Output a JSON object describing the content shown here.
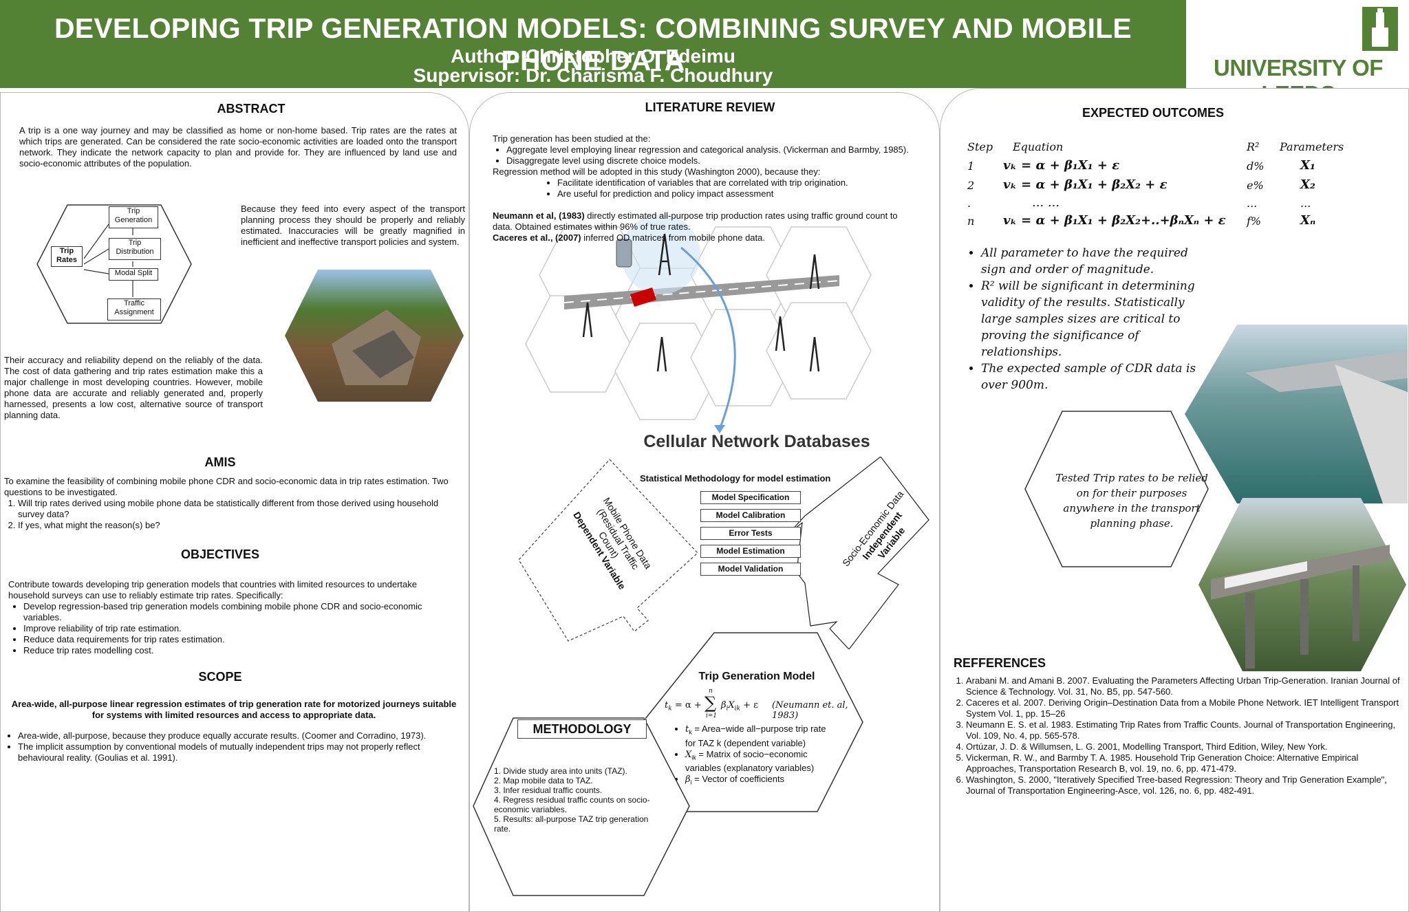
{
  "header": {
    "title": "DEVELOPING TRIP GENERATION MODELS: COMBINING SURVEY AND MOBILE PHONE DATA",
    "author": "Author: Christopher O. Edeimu",
    "supervisor": "Supervisor: Dr. Charisma F. Choudhury",
    "logo_text": "UNIVERSITY OF LEEDS"
  },
  "abstract": {
    "heading": "ABSTRACT",
    "p1": "A trip is a one way journey and may be classified as home or non-home based. Trip rates are the rates at which trips are generated. Can be considered the rate socio-economic activities are loaded onto the transport network. They indicate the network capacity to plan and provide for. They are influenced by land use and socio-economic attributes of the population.",
    "p2": "Because they feed into every aspect of the transport planning process they should be properly and reliably estimated. Inaccuracies will be greatly magnified in inefficient and ineffective transport policies and system.",
    "p3": "Their accuracy and reliability depend on the reliably of the data. The cost of data gathering and trip rates estimation make this a major challenge in most developing countries. However, mobile phone data are accurate and reliably generated and, properly harnessed, presents a low cost, alternative source of transport planning data.",
    "diagram": {
      "center": "Trip Rates",
      "steps": [
        "Trip Generation",
        "Trip Distribution",
        "Modal Split",
        "Traffic Assignment"
      ]
    }
  },
  "aims": {
    "heading": "AMIS",
    "intro": "To examine the feasibility of combining mobile phone CDR and socio-economic data in trip rates estimation. Two questions to be investigated.",
    "items": [
      "Will trip rates derived using mobile phone data be statistically different from those derived using household survey data?",
      "If yes, what might the reason(s) be?"
    ]
  },
  "objectives": {
    "heading": "OBJECTIVES",
    "intro": "Contribute towards developing trip generation models that countries with limited resources to undertake household surveys can use to reliably estimate trip rates. Specifically:",
    "items": [
      "Develop regression-based trip generation models combining mobile phone CDR and socio-economic variables.",
      "Improve reliability of trip rate estimation.",
      "Reduce data requirements for trip rates estimation.",
      "Reduce trip rates modelling cost."
    ]
  },
  "scope": {
    "heading": "SCOPE",
    "bold": "Area-wide, all-purpose linear regression estimates of trip generation rate for motorized journeys suitable for systems with limited resources and access to appropriate data.",
    "items": [
      "Area-wide, all-purpose, because they produce equally accurate results. (Coomer and Corradino, 1973).",
      "The implicit assumption by conventional models of mutually independent trips may not properly reflect behavioural reality. (Goulias et al. 1991)."
    ]
  },
  "literature": {
    "heading": "LITERATURE REVIEW",
    "intro": "Trip generation has been studied at the:",
    "levels": [
      "Aggregate level employing linear regression and categorical analysis. (Vickerman and Barmby, 1985).",
      "Disaggregate level using discrete choice models."
    ],
    "regression": "Regression method will be adopted in this study (Washington 2000), because they:",
    "reasons": [
      "Facilitate identification of variables that are correlated with trip origination.",
      "Are useful for prediction and policy impact assessment"
    ],
    "neumann_bold": "Neumann et al, (1983)",
    "neumann_text": " directly estimated all-purpose trip production rates using traffic ground count to data. Obtained estimates within 96% of true rates.",
    "caceres_bold": "Caceres et al., (2007)",
    "caceres_text": " inferred OD matrices from mobile phone data.",
    "cellular_label": "Cellular Network Databases"
  },
  "stat_method": {
    "title": "Statistical Methodology for model estimation",
    "steps": [
      "Model Specification",
      "Model Calibration",
      "Error Tests",
      "Model Estimation",
      "Model Validation"
    ],
    "left_label_1": "Mobile Phone Data",
    "left_label_2": "(Residual Traffic",
    "left_label_3": "Count)",
    "left_label_bold": "Dependent Variable",
    "right_label_1": "Socio-Economic Data",
    "right_label_bold_1": "Independent",
    "right_label_bold_2": "Variable"
  },
  "trip_model": {
    "title": "Trip Generation Model",
    "formula": "t_k = α + Σ β_i X_ik + ε",
    "formula_lhs": "t",
    "formula_rhs": "= α +",
    "formula_mid": "β",
    "formula_sum": "∑",
    "formula_sup": "n",
    "formula_sub": "i=1",
    "formula_end": "+ ε",
    "citation": "(Neumann et. al, 1983)",
    "items": [
      "= Area−wide all−purpose trip rate for TAZ k (dependent variable)",
      "= Matrix of socio−economic variables (explanatory variables)",
      "= Vector of coefficients"
    ],
    "symbols": [
      "t",
      "X",
      "β"
    ],
    "subs": [
      "k",
      "ik",
      "i"
    ]
  },
  "methodology": {
    "heading": "METHODOLOGY",
    "steps": [
      "1. Divide study area into units (TAZ).",
      "2. Map mobile data to TAZ.",
      "3. Infer residual traffic counts.",
      "4. Regress residual traffic counts on socio-economic variables.",
      "5. Results: all-purpose TAZ trip generation rate."
    ]
  },
  "outcomes": {
    "heading": "EXPECTED OUTCOMES",
    "table_headers": [
      "Step",
      "Equation",
      "R²",
      "Parameters"
    ],
    "rows": [
      {
        "step": "1",
        "r2": "d%",
        "param": "X₁"
      },
      {
        "step": "2",
        "r2": "e%",
        "param": "X₂"
      },
      {
        "step": ".",
        "r2": "...",
        "param": "..."
      },
      {
        "step": "n",
        "r2": "f%",
        "param": "Xₙ"
      }
    ],
    "equations": [
      "vₖ = α + β₁X₁ + ε",
      "vₖ = α + β₁X₁ + β₂X₂ + ε",
      "...              ...",
      "vₖ = α + β₁X₁ + β₂X₂+..+βₙXₙ + ε"
    ],
    "bullets": [
      "All parameter to have the required sign and order of magnitude.",
      "R² will be significant in determining validity of the results. Statistically large samples sizes are critical to proving the significance of relationships.",
      "The expected sample of CDR data is over 900m."
    ],
    "hex_text": "Tested Trip rates to be relied on for their purposes anywhere in the transport planning phase."
  },
  "references": {
    "heading": "REFFERENCES",
    "items": [
      "Arabani M. and Amani B. 2007. Evaluating the Parameters Affecting Urban Trip-Generation. Iranian Journal of Science & Technology. Vol. 31, No. B5, pp. 547-560.",
      "Caceres et al. 2007. Deriving Origin–Destination Data from a Mobile Phone Network. IET Intelligent Transport System Vol. 1, pp. 15–26",
      "Neumann E. S. et al. 1983. Estimating Trip Rates from Traffic Counts. Journal of Transportation Engineering, Vol. 109, No. 4, pp. 565-578.",
      "Ortúzar, J. D. & Willumsen, L. G. 2001, Modelling Transport, Third Edition, Wiley, New York.",
      "Vickerman, R. W., and Barmby T. A. 1985. Household Trip Generation Choice: Alternative Empirical Approaches, Transportation Research B, vol. 19, no. 6, pp. 471-479.",
      "Washington, S. 2000, \"Iteratively Specified Tree-based Regression: Theory and Trip Generation Example\", Journal of Transportation Engineering-Asce, vol. 126, no. 6, pp. 482-491."
    ]
  },
  "colors": {
    "banner": "#548235",
    "accent": "#548235"
  }
}
